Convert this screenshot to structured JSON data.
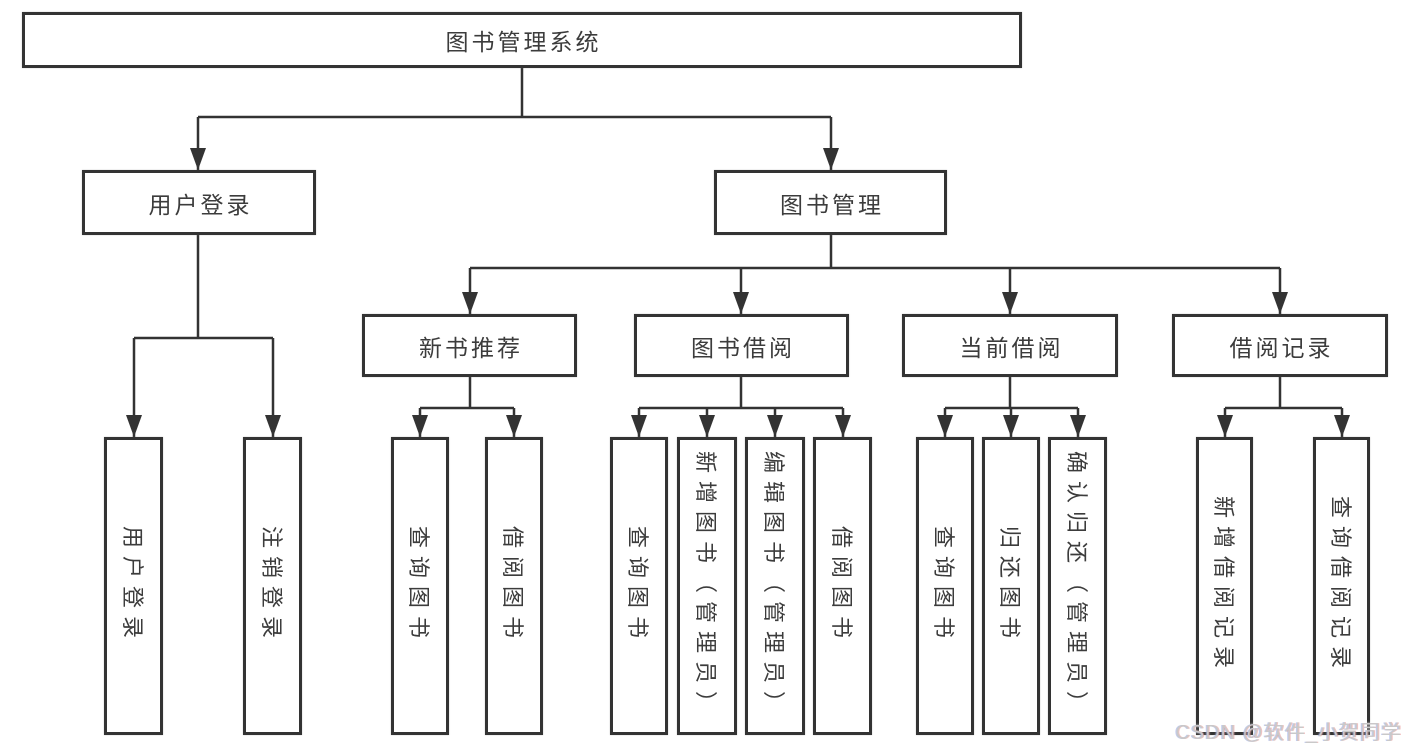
{
  "diagram": {
    "root": {
      "label": "图书管理系统"
    },
    "level2": {
      "user_login": {
        "label": "用户登录"
      },
      "book_mgmt": {
        "label": "图书管理"
      }
    },
    "level3": {
      "new_books": {
        "label": "新书推荐"
      },
      "book_borrow": {
        "label": "图书借阅"
      },
      "current_borrow": {
        "label": "当前借阅"
      },
      "borrow_records": {
        "label": "借阅记录"
      }
    },
    "leaves": {
      "user_login": [
        "用户登录",
        "注销登录"
      ],
      "new_books": [
        "查询图书",
        "借阅图书"
      ],
      "book_borrow": [
        "查询图书",
        "新增图书（管理员）",
        "编辑图书（管理员）",
        "借阅图书"
      ],
      "current_borrow": [
        "查询图书",
        "归还图书",
        "确认归还（管理员）"
      ],
      "borrow_records": [
        "新增借阅记录",
        "查询借阅记录"
      ]
    },
    "watermark": "CSDN @软件_小贺同学",
    "colors": {
      "line": "#333333",
      "text": "#3c3c3c",
      "background": "#ffffff",
      "watermark": "#c9c9c9"
    }
  }
}
